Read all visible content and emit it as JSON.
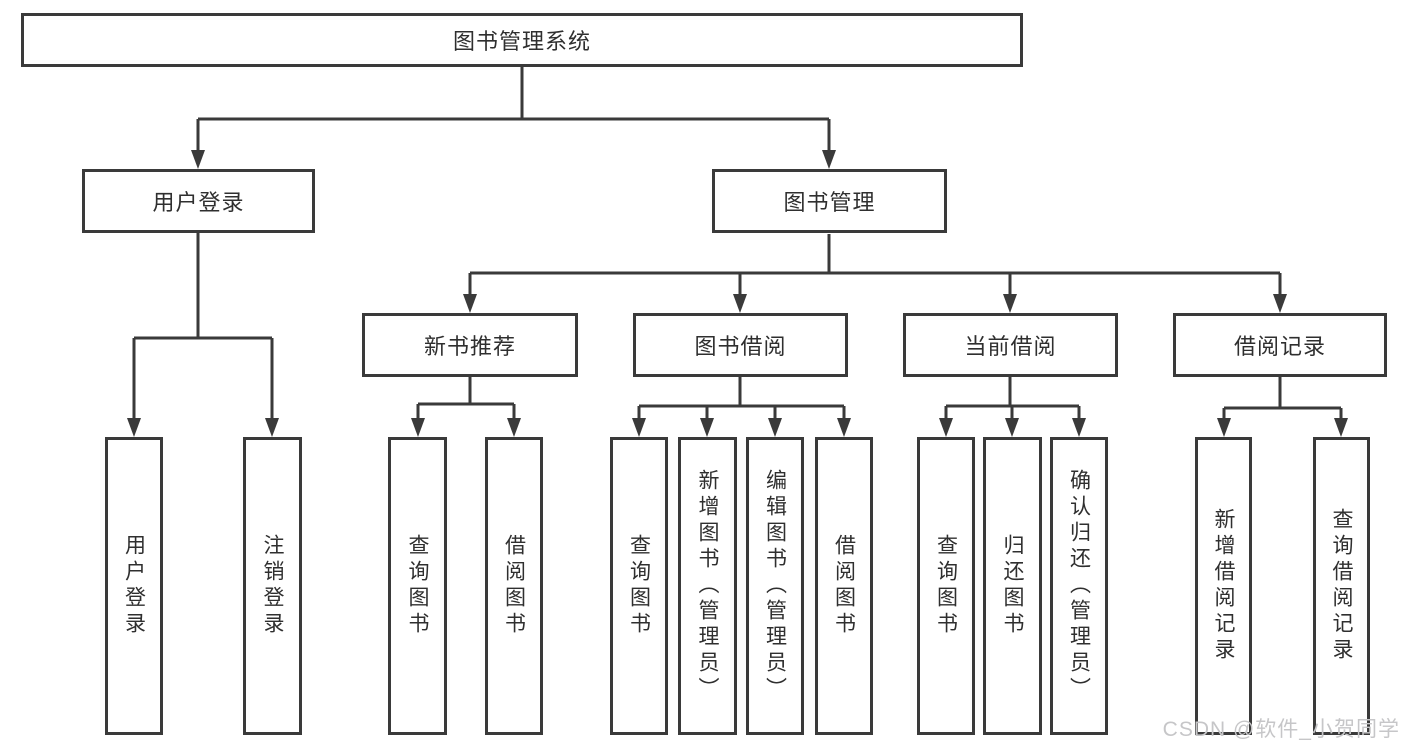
{
  "diagram": {
    "root": {
      "label": "图书管理系统"
    },
    "level2": [
      {
        "label": "用户登录"
      },
      {
        "label": "图书管理"
      }
    ],
    "level3": [
      {
        "label": "新书推荐"
      },
      {
        "label": "图书借阅"
      },
      {
        "label": "当前借阅"
      },
      {
        "label": "借阅记录"
      }
    ],
    "leaves": [
      {
        "label": "用户登录"
      },
      {
        "label": "注销登录"
      },
      {
        "label": "查询图书"
      },
      {
        "label": "借阅图书"
      },
      {
        "label": "查询图书"
      },
      {
        "label": "新增图书（管理员）"
      },
      {
        "label": "编辑图书（管理员）"
      },
      {
        "label": "借阅图书"
      },
      {
        "label": "查询图书"
      },
      {
        "label": "归还图书"
      },
      {
        "label": "确认归还（管理员）"
      },
      {
        "label": "新增借阅记录"
      },
      {
        "label": "查询借阅记录"
      }
    ],
    "watermark": "CSDN @软件_小贺同学",
    "colors": {
      "line": "#3a3a3a",
      "text": "#2f2f2f",
      "watermark": "#c6c6c8",
      "background": "#ffffff"
    }
  }
}
